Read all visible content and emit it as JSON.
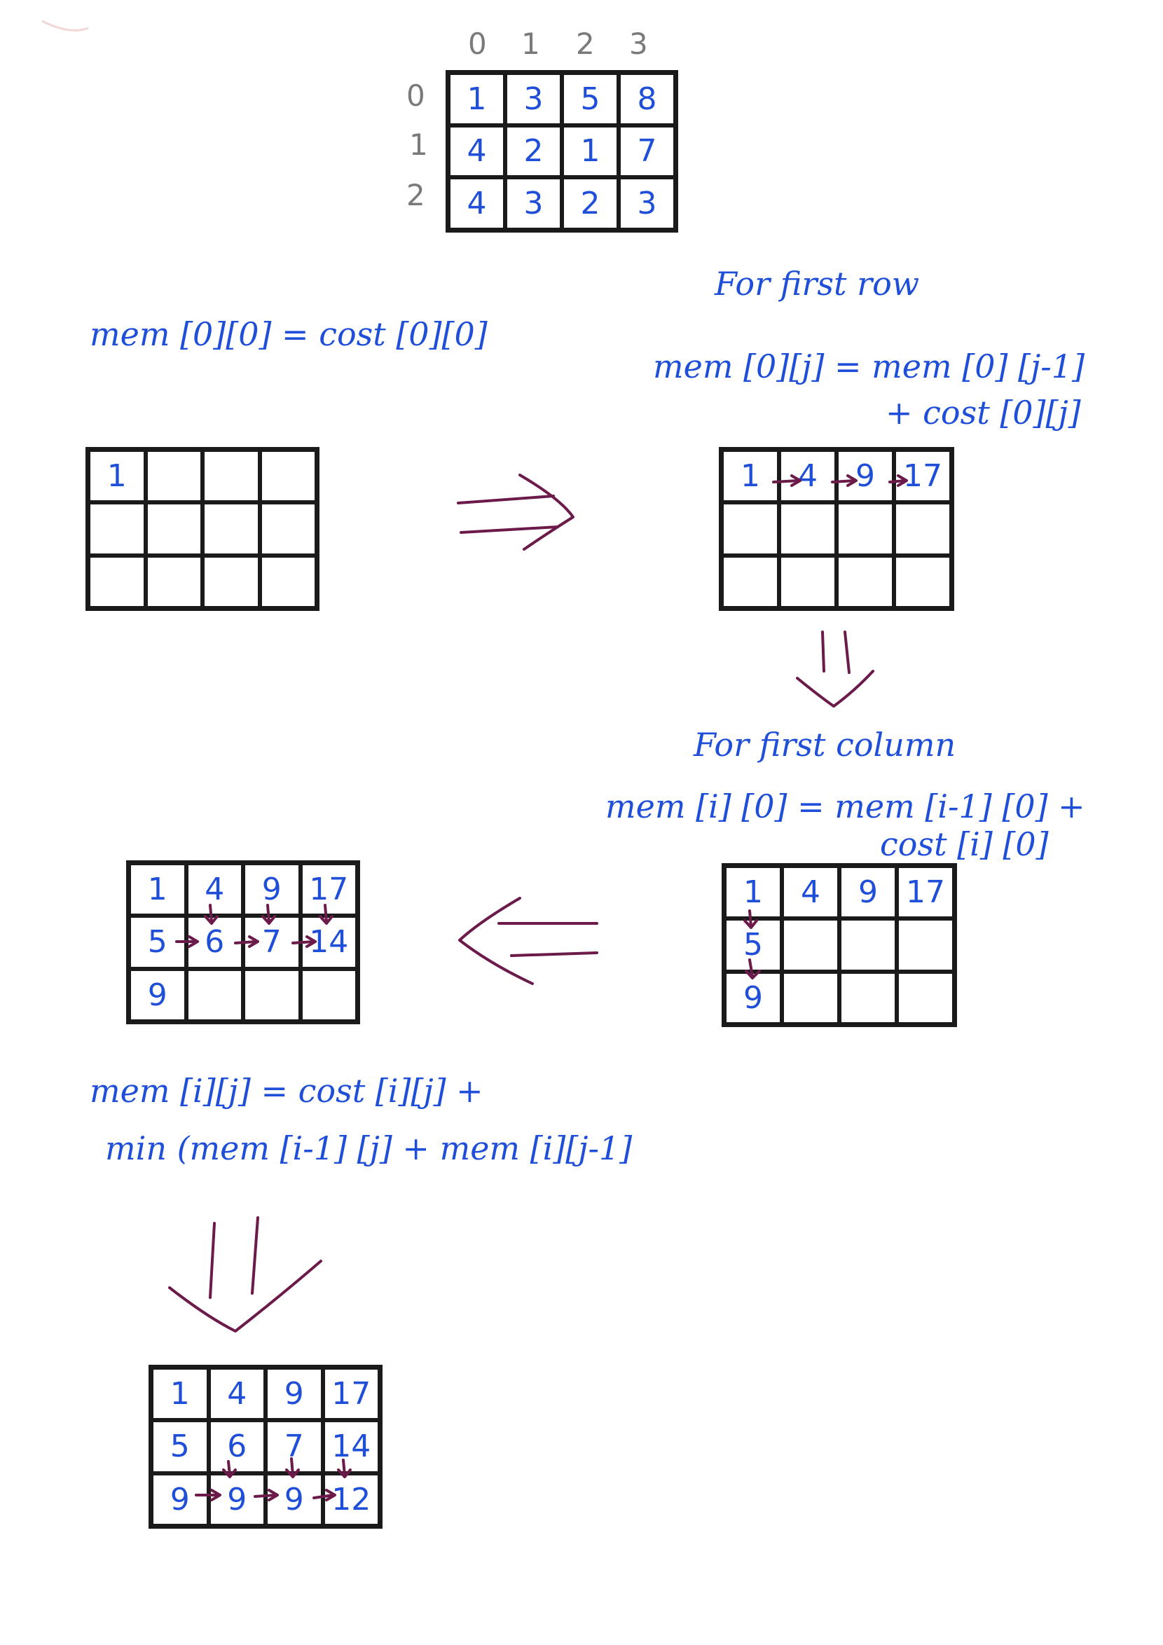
{
  "cost_grid": {
    "col_headers": [
      "0",
      "1",
      "2",
      "3"
    ],
    "row_headers": [
      "0",
      "1",
      "2"
    ],
    "rows": [
      [
        "1",
        "3",
        "5",
        "8"
      ],
      [
        "4",
        "2",
        "1",
        "7"
      ],
      [
        "4",
        "3",
        "2",
        "3"
      ]
    ]
  },
  "notes": {
    "base_case": "mem [0][0] = cost [0][0]",
    "first_row_title": "For first row",
    "first_row_formula_1": "mem [0][j] = mem [0] [j-1]",
    "first_row_formula_2": "+ cost [0][j]",
    "first_col_title": "For first column",
    "first_col_formula_1": "mem [i] [0] = mem [i-1] [0] +",
    "first_col_formula_2": "cost [i] [0]",
    "general_formula_1": "mem [i][j] = cost [i][j] +",
    "general_formula_2": "min (mem [i-1] [j] + mem [i][j-1]"
  },
  "grids": {
    "step1": [
      [
        "1",
        "",
        "",
        ""
      ],
      [
        "",
        "",
        "",
        ""
      ],
      [
        "",
        "",
        "",
        ""
      ]
    ],
    "step2": [
      [
        "1",
        "4",
        "9",
        "17"
      ],
      [
        "",
        "",
        "",
        ""
      ],
      [
        "",
        "",
        "",
        ""
      ]
    ],
    "step3": [
      [
        "1",
        "4",
        "9",
        "17"
      ],
      [
        "5",
        "",
        "",
        " "
      ],
      [
        "9",
        "",
        "",
        " "
      ]
    ],
    "step4": [
      [
        "1",
        "4",
        "9",
        "17"
      ],
      [
        "5",
        "6",
        "7",
        "14"
      ],
      [
        "9",
        "",
        "",
        ""
      ]
    ],
    "step5": [
      [
        "1",
        "4",
        "9",
        "17"
      ],
      [
        "5",
        "6",
        "7",
        "14"
      ],
      [
        "9",
        "9",
        "9",
        "12"
      ]
    ]
  },
  "colors": {
    "ink_blue": "#1f4fd8",
    "ink_purple": "#6b1a4a",
    "grid": "#1a1a1a",
    "label_gray": "#7a7a7a"
  }
}
